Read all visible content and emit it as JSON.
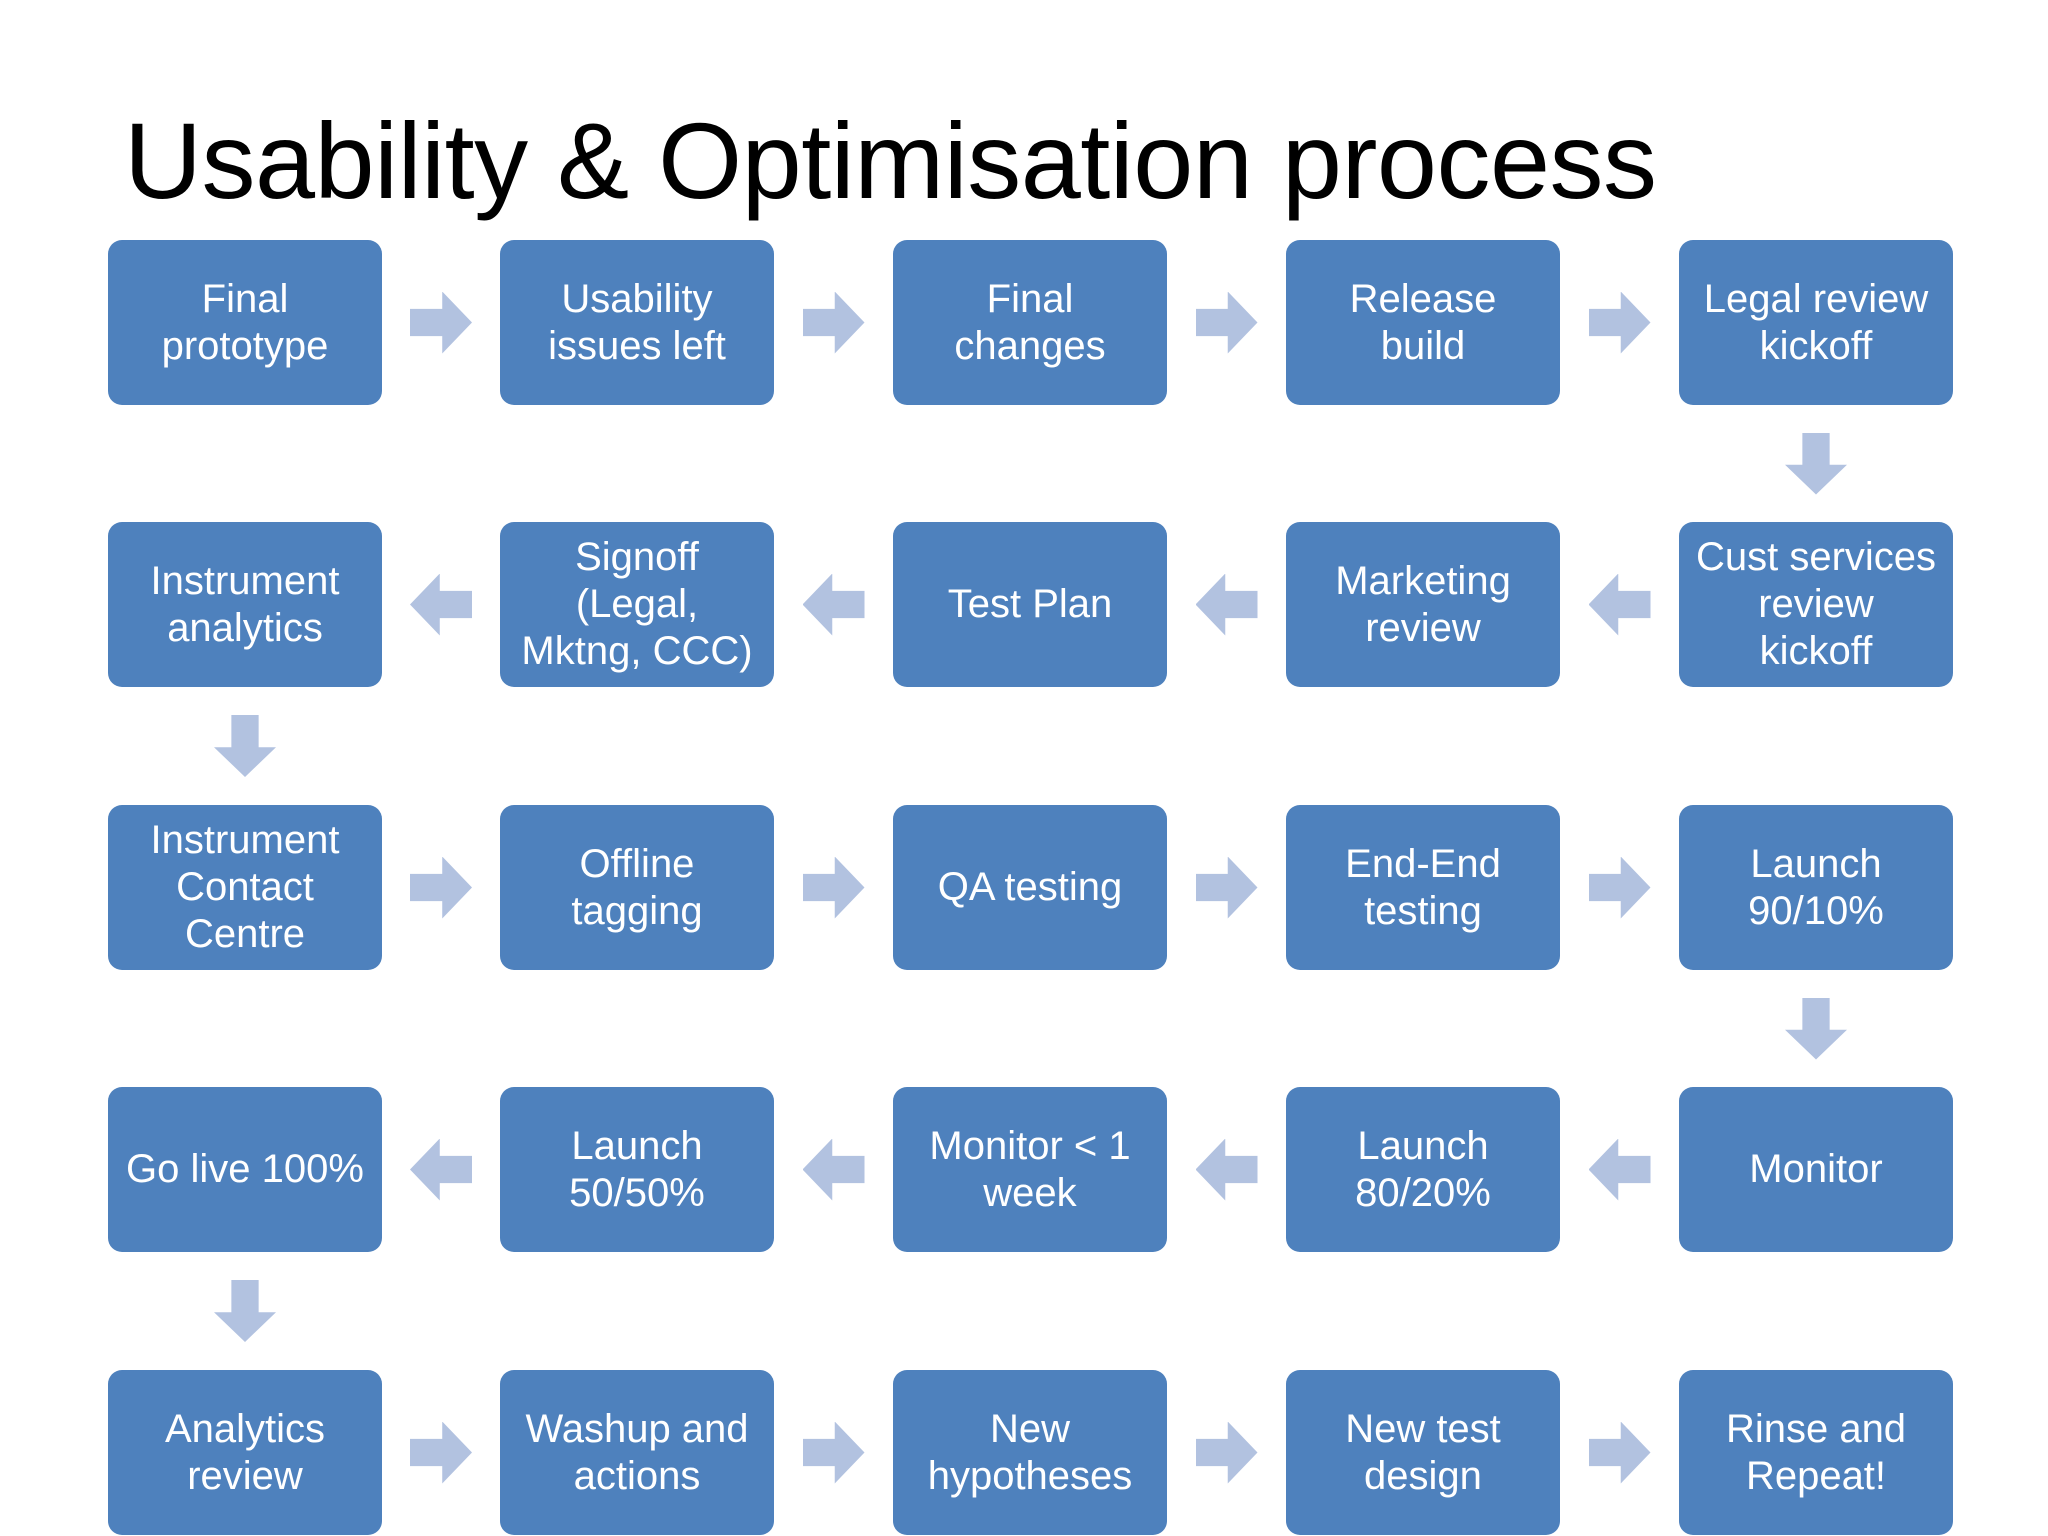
{
  "slide": {
    "title": "Usability & Optimisation process",
    "background_color": "#FFFFFF",
    "box_fill_color": "#4E81BD",
    "box_text_color": "#FFFFFF",
    "arrow_color": "#B2C2E0",
    "title_color": "#000000"
  },
  "diagram_data": {
    "type": "flowchart",
    "layout": "serpentine-grid",
    "rows": 5,
    "columns": 5,
    "nodes": [
      {
        "id": "n1",
        "row": 1,
        "col": 1,
        "label": "Final\nprototype"
      },
      {
        "id": "n2",
        "row": 1,
        "col": 2,
        "label": "Usability\nissues left"
      },
      {
        "id": "n3",
        "row": 1,
        "col": 3,
        "label": "Final\nchanges"
      },
      {
        "id": "n4",
        "row": 1,
        "col": 4,
        "label": "Release\nbuild"
      },
      {
        "id": "n5",
        "row": 1,
        "col": 5,
        "label": "Legal review\nkickoff"
      },
      {
        "id": "n6",
        "row": 2,
        "col": 5,
        "label": "Cust services\nreview\nkickoff"
      },
      {
        "id": "n7",
        "row": 2,
        "col": 4,
        "label": "Marketing\nreview"
      },
      {
        "id": "n8",
        "row": 2,
        "col": 3,
        "label": "Test Plan"
      },
      {
        "id": "n9",
        "row": 2,
        "col": 2,
        "label": "Signoff\n(Legal,\nMktng, CCC)"
      },
      {
        "id": "n10",
        "row": 2,
        "col": 1,
        "label": "Instrument\nanalytics"
      },
      {
        "id": "n11",
        "row": 3,
        "col": 1,
        "label": "Instrument\nContact\nCentre"
      },
      {
        "id": "n12",
        "row": 3,
        "col": 2,
        "label": "Offline\ntagging"
      },
      {
        "id": "n13",
        "row": 3,
        "col": 3,
        "label": "QA testing"
      },
      {
        "id": "n14",
        "row": 3,
        "col": 4,
        "label": "End-End\ntesting"
      },
      {
        "id": "n15",
        "row": 3,
        "col": 5,
        "label": "Launch\n90/10%"
      },
      {
        "id": "n16",
        "row": 4,
        "col": 5,
        "label": "Monitor"
      },
      {
        "id": "n17",
        "row": 4,
        "col": 4,
        "label": "Launch\n80/20%"
      },
      {
        "id": "n18",
        "row": 4,
        "col": 3,
        "label": "Monitor < 1\nweek"
      },
      {
        "id": "n19",
        "row": 4,
        "col": 2,
        "label": "Launch\n50/50%"
      },
      {
        "id": "n20",
        "row": 4,
        "col": 1,
        "label": "Go live 100%"
      },
      {
        "id": "n21",
        "row": 5,
        "col": 1,
        "label": "Analytics\nreview"
      },
      {
        "id": "n22",
        "row": 5,
        "col": 2,
        "label": "Washup and\nactions"
      },
      {
        "id": "n23",
        "row": 5,
        "col": 3,
        "label": "New\nhypotheses"
      },
      {
        "id": "n24",
        "row": 5,
        "col": 4,
        "label": "New test\ndesign"
      },
      {
        "id": "n25",
        "row": 5,
        "col": 5,
        "label": "Rinse and\nRepeat!"
      }
    ],
    "edges": [
      {
        "from": "n1",
        "to": "n2",
        "direction": "right"
      },
      {
        "from": "n2",
        "to": "n3",
        "direction": "right"
      },
      {
        "from": "n3",
        "to": "n4",
        "direction": "right"
      },
      {
        "from": "n4",
        "to": "n5",
        "direction": "right"
      },
      {
        "from": "n5",
        "to": "n6",
        "direction": "down"
      },
      {
        "from": "n6",
        "to": "n7",
        "direction": "left"
      },
      {
        "from": "n7",
        "to": "n8",
        "direction": "left"
      },
      {
        "from": "n8",
        "to": "n9",
        "direction": "left"
      },
      {
        "from": "n9",
        "to": "n10",
        "direction": "left"
      },
      {
        "from": "n10",
        "to": "n11",
        "direction": "down"
      },
      {
        "from": "n11",
        "to": "n12",
        "direction": "right"
      },
      {
        "from": "n12",
        "to": "n13",
        "direction": "right"
      },
      {
        "from": "n13",
        "to": "n14",
        "direction": "right"
      },
      {
        "from": "n14",
        "to": "n15",
        "direction": "right"
      },
      {
        "from": "n15",
        "to": "n16",
        "direction": "down"
      },
      {
        "from": "n16",
        "to": "n17",
        "direction": "left"
      },
      {
        "from": "n17",
        "to": "n18",
        "direction": "left"
      },
      {
        "from": "n18",
        "to": "n19",
        "direction": "left"
      },
      {
        "from": "n19",
        "to": "n20",
        "direction": "left"
      },
      {
        "from": "n20",
        "to": "n21",
        "direction": "down"
      },
      {
        "from": "n21",
        "to": "n22",
        "direction": "right"
      },
      {
        "from": "n22",
        "to": "n23",
        "direction": "right"
      },
      {
        "from": "n23",
        "to": "n24",
        "direction": "right"
      },
      {
        "from": "n24",
        "to": "n25",
        "direction": "right"
      }
    ]
  }
}
